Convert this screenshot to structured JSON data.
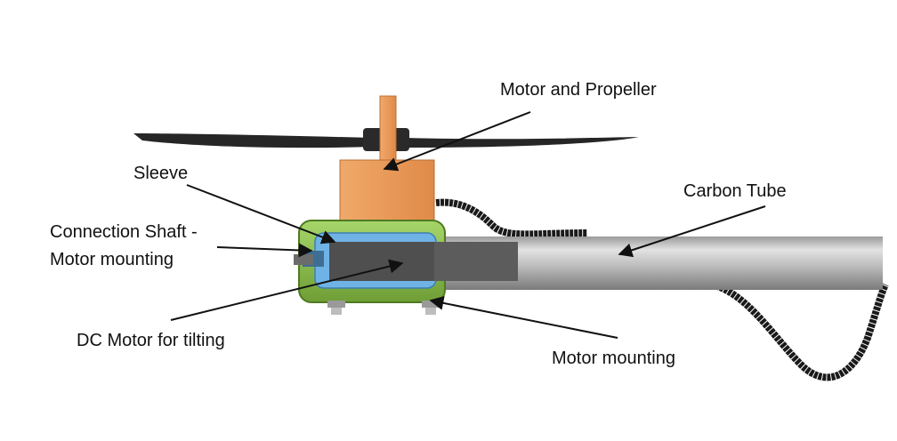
{
  "labels": {
    "motor_and_propeller": "Motor and Propeller",
    "sleeve": "Sleeve",
    "connection_shaft_line1": "Connection Shaft -",
    "connection_shaft_line2": "Motor mounting",
    "carbon_tube": "Carbon Tube",
    "dc_motor": "DC Motor for tilting",
    "motor_mounting": "Motor mounting"
  },
  "colors": {
    "motor_orange": "#E89A5C",
    "mount_green": "#8BC34A",
    "motor_blue": "#6FB3E6",
    "shaft_gray": "#4f4f4f",
    "tube_gray": "#c8c8c8",
    "cable_black": "#1a1a1a",
    "propeller_black": "#262626"
  }
}
